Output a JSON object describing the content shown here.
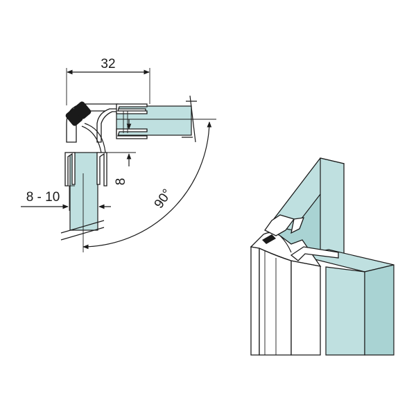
{
  "dimensions": {
    "width_label": "32",
    "gap_label": "8 - 10",
    "offset_label": "8",
    "angle_label": "90°"
  },
  "colors": {
    "glass": "#bfe0e0",
    "line": "#1a1a1a",
    "background": "#ffffff"
  }
}
